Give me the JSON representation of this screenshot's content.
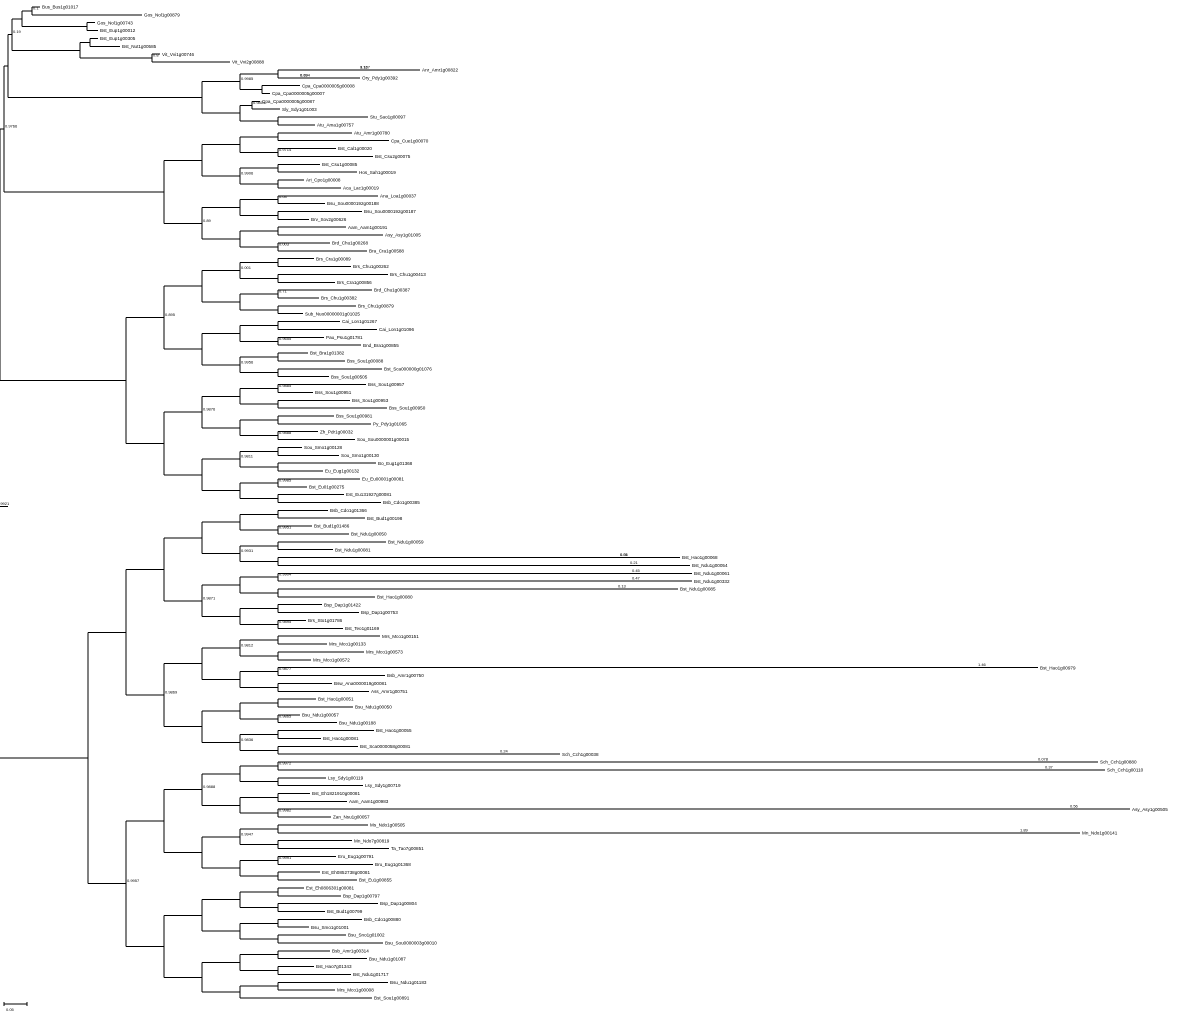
{
  "tree": {
    "leaves": [
      "Bus_Bus1g01017",
      "Gos_Nol1g00879",
      "Gos_Nol1g00743",
      "Bst_Eup1g00012",
      "Bst_Eup1g00305",
      "Bst_Nut1g00585",
      "Vit_Vvi1g00746",
      "Vit_Vvi2g00888",
      "Anr_Amr1g00822",
      "Ory_Pdy1g00392",
      "Cpa_Cpa0000005g00008",
      "Cpa_Cpa0000005g00007",
      "Cpa_Cpa0000005g00087",
      "Sly_Sdy1g01003",
      "Stu_Sao1g00097",
      "Atu_Ama1g00757",
      "Atu_Amr1g00780",
      "Cpa_Cue1g00070",
      "Bst_Cal1g00020",
      "Bst_Csu2g00075",
      "Bst_Csu1g00085",
      "Hos_Sah1g00019",
      "Ari_Cpo1g00008",
      "Aca_Lac1g00019",
      "Ana_Loa1g00037",
      "Bsu_Sou0000192g00188",
      "Bsu_Sou0000192g00187",
      "Brv_Sov2g00626",
      "Aam_Aam1g00191",
      "Asy_Asy1g01005",
      "Brd_Chu1g00268",
      "Bra_Cra1g00588",
      "Brs_Cra1g00089",
      "Brs_Chu1g00262",
      "Brs_Chu1g00413",
      "Brs_Cra1g00856",
      "Brd_Chu1g00387",
      "Brs_Chu1g00382",
      "Brs_Chu1g00879",
      "Sub_Nuo00000001g01025",
      "Cai_Lon1g01267",
      "Cai_Lon1g01096",
      "Pau_Psu1g01781",
      "Bnd_Bra1g00855",
      "Bst_Bra1g01382",
      "Bss_Sou1g00088",
      "Bst_Sca000000g01076",
      "Bss_Sou1g00505",
      "Bss_Sou1g00957",
      "Bss_Sou1g00951",
      "Bss_Sou1g00953",
      "Bss_Sou1g00950",
      "Bss_Sou1g00981",
      "Py_Pdy1g01065",
      "Zh_Pdr1g00032",
      "Sou_Sou0000001g00015",
      "Sou_Smo1g00128",
      "Sou_Smo1g00130",
      "Bo_Eug1g01368",
      "Eu_Eug1g00132",
      "Eu_Eu00001g00081",
      "Bst_Eu01g00275",
      "Est_Eu131927g00081",
      "Bsb_Cdo1g00385",
      "Bsb_Cdo1g01366",
      "Bst_Bud1g00198",
      "Bst_Bud1g01486",
      "Bst_Ndu1g00050",
      "Bst_Ndu1g00059",
      "Bst_Ndu1g00081",
      "Bst_Hao1g00068",
      "Bst_Ndu1g00054",
      "Bst_Ndu1g00061",
      "Bst_Ndu1g00332",
      "Bst_Ndu1g00085",
      "Bst_Hao1g00080",
      "Bsp_Dap1g01422",
      "Bsp_Dap1g00753",
      "Brs_Sto1g01786",
      "Bst_Teo1g01169",
      "Mrs_Mco1g00151",
      "Mrs_Mco1g00133",
      "Mrs_Mco1g00573",
      "Mrs_Mco1g00572",
      "Bst_Hao1g00979",
      "Bsb_Amr1g00750",
      "Bsw_Ana0000019g00081",
      "Ass_Amr1g00751",
      "Bst_Hao1g00051",
      "Bsu_Ndu1g00050",
      "Bsu_Ndu1g00057",
      "Bsu_Ndu1g00188",
      "Bst_Hao1g00055",
      "Bst_Hao1g00081",
      "Bst_Sca0000058g00081",
      "Sch_Cch1g00038",
      "Sch_Cch1g00880",
      "Sch_Cch1g00110",
      "Lsy_Sdy1g00119",
      "Lsy_Sdy1g00719",
      "Bst_Eh1821910g00081",
      "Aam_Aam1g00983",
      "Asy_Asy1g00505",
      "Zan_Nsu1g00057",
      "Ms_Ndo1g00505",
      "Mn_Ndo1g00141",
      "Mn_Ndo7g00819",
      "Ta_Tao7g00851",
      "Eru_Eug1g00791",
      "Bru_Eug1g01368",
      "Est_Eh0852738g00081",
      "Bst_Eu1g00855",
      "Est_Eh0806301g00081",
      "Bsp_Dap1g00797",
      "Bsp_Dap1g00804",
      "Bst_Bud1g00799",
      "Bsb_Cdo1g00880",
      "Bsu_Smo1g01001",
      "Bsu_Sno1g01002",
      "Bsu_Sou0000003g00010",
      "Bsb_Amr1g00314",
      "Bsu_Ndu1g01087",
      "Bst_Hao7g01343",
      "Bst_Ndu1g01717",
      "Bsu_Ndu1g01183",
      "Mrs_Mco1g00008",
      "Bst_Sou1g00891"
    ],
    "support_values": [
      "0.1",
      "0.19",
      "0.8",
      "0.9985",
      "0.9804",
      "0.9766",
      "0.9714",
      "0.9906",
      "0.04",
      "0.89",
      "0.003",
      "0.001",
      "0.71",
      "0.895",
      "0.9655",
      "0.9956",
      "0.9885",
      "0.9876",
      "0.9888",
      "0.9811",
      "0.9985",
      "0.9921",
      "0.9951",
      "0.9931",
      "0.9904",
      "0.9871",
      "0.9895",
      "0.9812",
      "0.9877",
      "0.9869",
      "0.9865",
      "0.9836",
      "0.9972",
      "0.9888",
      "0.9982",
      "0.9947",
      "0.9991",
      "0.9957"
    ],
    "branch_lengths": [
      "0.167",
      "0.094",
      "0.05",
      "0.21",
      "0.45",
      "0.47",
      "0.13",
      "1.46",
      "0.24",
      "0.078",
      "0.37",
      "0.56",
      "1.89",
      "1.12",
      "0.19",
      "0.31"
    ],
    "scale_label": "0.05"
  }
}
